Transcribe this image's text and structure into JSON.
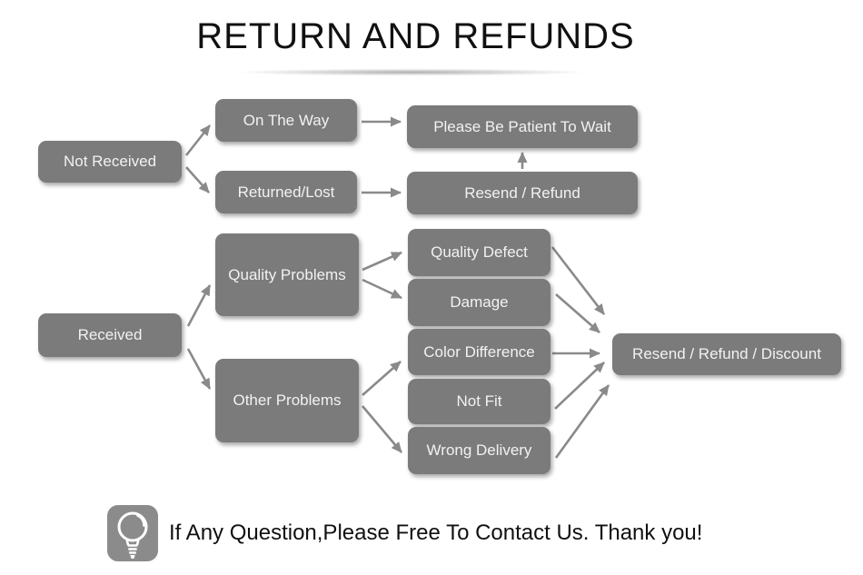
{
  "title": "RETURN AND REFUNDS",
  "flowchart": {
    "nodes": {
      "not_received": "Not Received",
      "on_the_way": "On The Way",
      "returned_lost": "Returned/Lost",
      "please_be_patient": "Please Be Patient To Wait",
      "resend_refund": "Resend / Refund",
      "received": "Received",
      "quality_problems": "Quality Problems",
      "other_problems": "Other Problems",
      "quality_defect": "Quality Defect",
      "damage": "Damage",
      "color_difference": "Color Difference",
      "not_fit": "Not Fit",
      "wrong_delivery": "Wrong Delivery",
      "resend_refund_discount": "Resend / Refund / Discount"
    },
    "edges": [
      {
        "from": "not_received",
        "to": "on_the_way"
      },
      {
        "from": "not_received",
        "to": "returned_lost"
      },
      {
        "from": "on_the_way",
        "to": "please_be_patient"
      },
      {
        "from": "returned_lost",
        "to": "resend_refund"
      },
      {
        "from": "resend_refund",
        "to": "please_be_patient"
      },
      {
        "from": "received",
        "to": "quality_problems"
      },
      {
        "from": "received",
        "to": "other_problems"
      },
      {
        "from": "quality_problems",
        "to": "quality_defect"
      },
      {
        "from": "quality_problems",
        "to": "damage"
      },
      {
        "from": "other_problems",
        "to": "color_difference"
      },
      {
        "from": "other_problems",
        "to": "wrong_delivery"
      },
      {
        "from": "quality_defect",
        "to": "resend_refund_discount"
      },
      {
        "from": "damage",
        "to": "resend_refund_discount"
      },
      {
        "from": "color_difference",
        "to": "resend_refund_discount"
      },
      {
        "from": "not_fit",
        "to": "resend_refund_discount"
      },
      {
        "from": "wrong_delivery",
        "to": "resend_refund_discount"
      }
    ]
  },
  "footer": {
    "icon": "light-bulb-icon",
    "text": "If Any Question,Please Free To Contact Us. Thank you!"
  },
  "colors": {
    "box_fill": "#7b7b7b",
    "box_text": "#f2f2f2",
    "arrow": "#8a8a8a",
    "icon_bg": "#8b8b8b",
    "title_text": "#111111"
  }
}
